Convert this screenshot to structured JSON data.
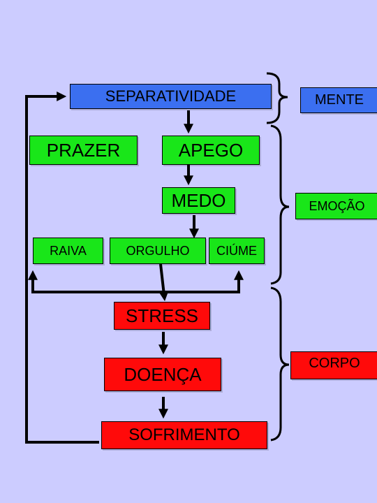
{
  "colors": {
    "background": "#ccccff",
    "mind": "#3b6ff0",
    "emotion": "#19e619",
    "body": "#ff0a0a",
    "lines": "#000000"
  },
  "nodes": {
    "separatividade": "SEPARATIVIDADE",
    "prazer": "PRAZER",
    "apego": "APEGO",
    "medo": "MEDO",
    "raiva": "RAIVA",
    "orgulho": "ORGULHO",
    "ciume": "CIÚME",
    "stress": "STRESS",
    "doenca": "DOENÇA",
    "sofrimento": "SOFRIMENTO"
  },
  "categories": {
    "mente": "MENTE",
    "emocao": "EMOÇÃO",
    "corpo": "CORPO"
  },
  "edges": [
    [
      "separatividade",
      "apego"
    ],
    [
      "apego",
      "medo"
    ],
    [
      "medo",
      "orgulho"
    ],
    [
      "orgulho",
      "stress"
    ],
    [
      "stress",
      "raiva"
    ],
    [
      "stress",
      "ciume"
    ],
    [
      "stress",
      "doenca"
    ],
    [
      "doenca",
      "sofrimento"
    ],
    [
      "sofrimento",
      "separatividade"
    ]
  ]
}
